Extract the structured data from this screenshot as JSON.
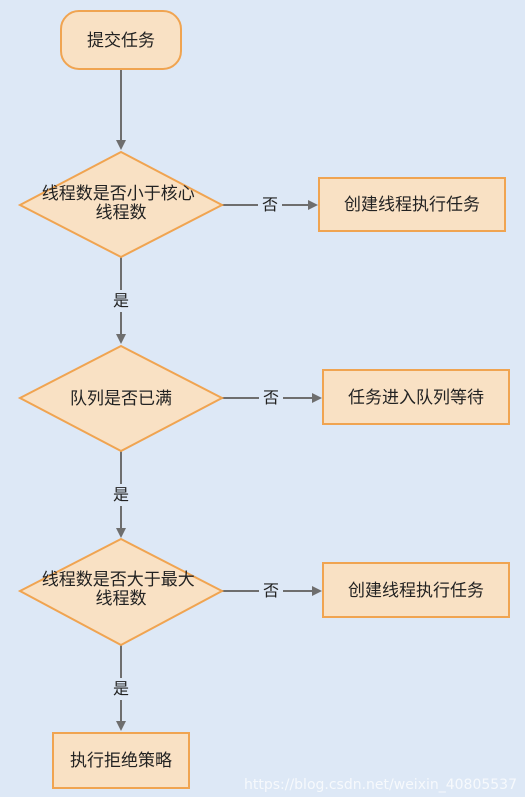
{
  "colors": {
    "background": "#dde8f6",
    "node_fill": "#f9e1c4",
    "node_stroke": "#f0a451",
    "edge": "#6e6e6e",
    "text": "#222222"
  },
  "flow": {
    "start": "提交任务",
    "decision_core": [
      "线程数是否小于核心",
      "线程数"
    ],
    "action_create_core": "创建线程执行任务",
    "decision_queue": "队列是否已满",
    "action_enqueue": "任务进入队列等待",
    "decision_max": [
      "线程数是否大于最大",
      "线程数"
    ],
    "action_create_max": "创建线程执行任务",
    "action_reject": "执行拒绝策略"
  },
  "labels": {
    "no": "否",
    "yes": "是"
  },
  "watermark": "https://blog.csdn.net/weixin_40805537"
}
